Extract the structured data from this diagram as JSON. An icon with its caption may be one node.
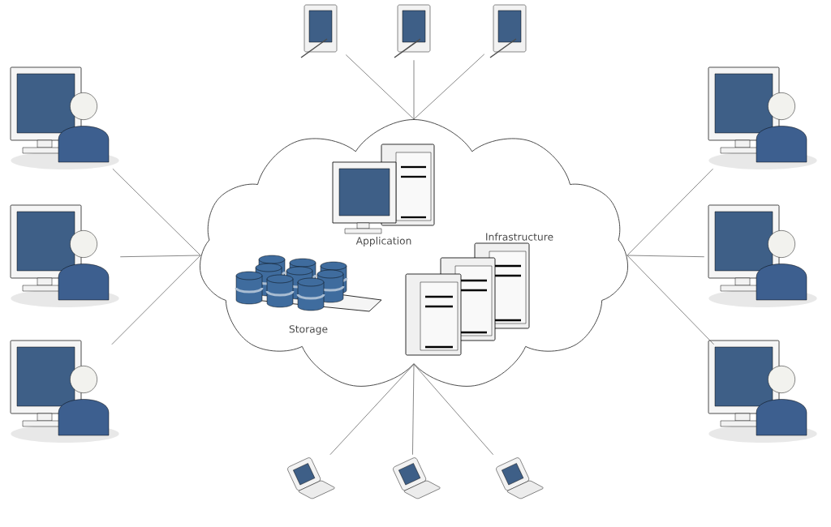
{
  "diagram": {
    "nodes": [
      {
        "text": [],
        "shape": "cloud"
      },
      {
        "text": [
          "Application"
        ],
        "in": 0
      },
      {
        "text": [
          "Infrastructure"
        ],
        "in": 0
      },
      {
        "text": [
          "Storage"
        ],
        "in": 0
      },
      {
        "text": [],
        "shape": "picture"
      },
      {
        "text": [],
        "shape": "picture"
      },
      {
        "text": [],
        "shape": "picture"
      },
      {
        "text": [],
        "shape": "picture"
      },
      {
        "text": [],
        "shape": "picture"
      },
      {
        "text": [],
        "shape": "picture"
      },
      {
        "text": [],
        "shape": "picture"
      },
      {
        "text": [],
        "shape": "picture"
      },
      {
        "text": [],
        "shape": "picture"
      },
      {
        "text": [],
        "shape": "picture"
      },
      {
        "text": [],
        "shape": "picture"
      },
      {
        "text": [],
        "shape": "picture"
      }
    ],
    "edges": [
      {
        "from": 4,
        "to": 0,
        "arrow": "none"
      },
      {
        "from": 5,
        "to": 0,
        "arrow": "none"
      },
      {
        "from": 6,
        "to": 0,
        "arrow": "none"
      },
      {
        "from": 7,
        "to": 0,
        "arrow": "none"
      },
      {
        "from": 8,
        "to": 0,
        "arrow": "none"
      },
      {
        "from": 9,
        "to": 0,
        "arrow": "none"
      },
      {
        "from": 10,
        "to": 0,
        "arrow": "none"
      },
      {
        "from": 11,
        "to": 0,
        "arrow": "none"
      },
      {
        "from": 12,
        "to": 0,
        "arrow": "none"
      },
      {
        "from": 13,
        "to": 0,
        "arrow": "none"
      },
      {
        "from": 14,
        "to": 0,
        "arrow": "none"
      },
      {
        "from": 15,
        "to": 0,
        "arrow": "none"
      }
    ]
  }
}
